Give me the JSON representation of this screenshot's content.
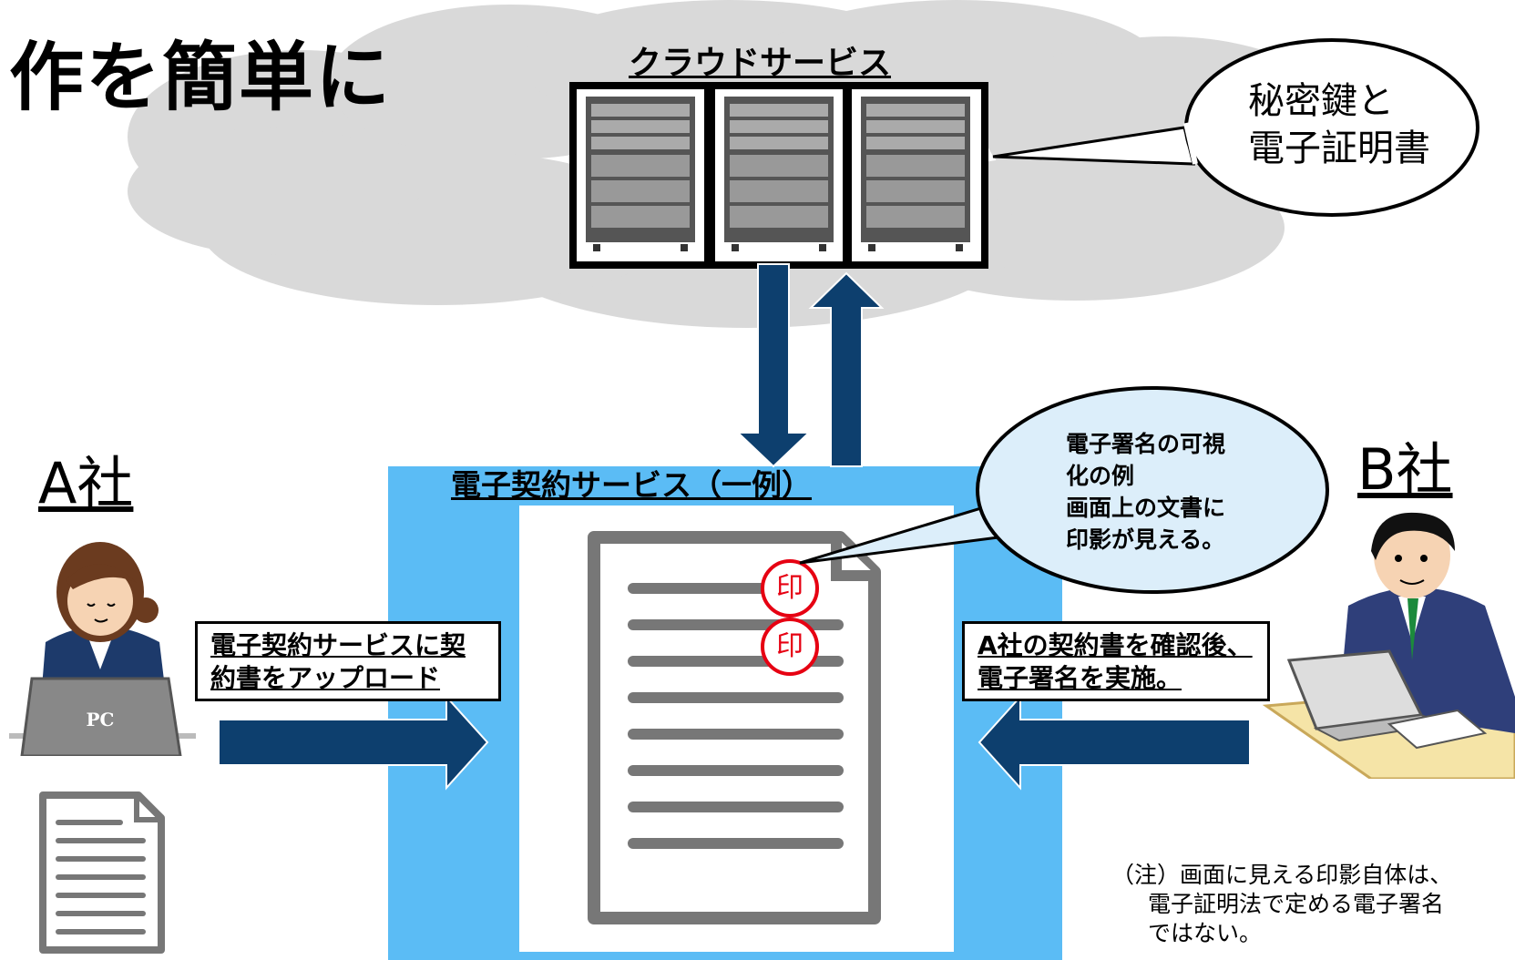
{
  "heading": "作を簡単に",
  "cloud": {
    "title": "クラウドサービス",
    "bubble_lines": [
      "秘密鍵と",
      "電子証明書"
    ]
  },
  "company_a": "A社",
  "company_b": "B社",
  "service": {
    "title": "電子契約サービス（一例）",
    "stamp_char": "印"
  },
  "visual_bubble_lines": [
    "電子署名の可視",
    "化の例",
    "画面上の文書に",
    "印影が見える。"
  ],
  "label_a_lines": [
    "電子契約サービスに契",
    "約書をアップロード"
  ],
  "label_b_lines": [
    "A社の契約書を確認後、",
    "電子署名を実施。"
  ],
  "laptop_text": "PC",
  "note_lines": [
    "（注）画面に見える印影自体は、",
    "電子証明法で定める電子署名",
    "ではない。"
  ],
  "colors": {
    "cloud": "#d9d9d9",
    "service_bg": "#5bbcf5",
    "arrow": "#0d3f6e",
    "bubble_blue": "#dceefa",
    "stamp": "#e60012"
  }
}
